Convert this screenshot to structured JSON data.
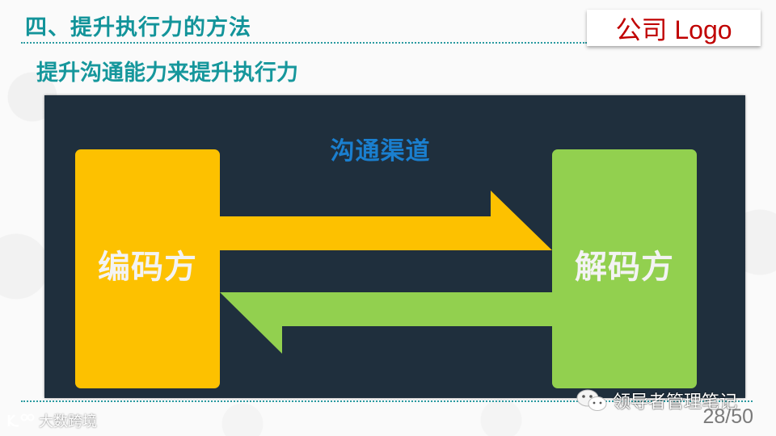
{
  "header": {
    "title": "四、提升执行力的方法",
    "logo_text": "公司 Logo",
    "subtitle": "提升沟通能力来提升执行力"
  },
  "diagram": {
    "channel_label": "沟通渠道",
    "encoder_label": "编码方",
    "decoder_label": "解码方",
    "forward_arrow": "encoder-to-decoder",
    "feedback_arrow": "decoder-to-encoder",
    "colors": {
      "panel_bg": "#1f2f3d",
      "encoder": "#fdc100",
      "decoder": "#92d04f",
      "channel_text": "#1a7fcf",
      "box_text": "#f3f3f3"
    }
  },
  "footer": {
    "page_number": "28/50",
    "watermark_right": "领导者管理笔记",
    "watermark_left": "大数跨境",
    "watermark_left_icon": "k100-logo-icon",
    "watermark_right_icon": "wechat-icon"
  },
  "theme": {
    "title_color": "#13949a",
    "logo_color": "#c00000",
    "divider_color": "#2a9aa0"
  }
}
